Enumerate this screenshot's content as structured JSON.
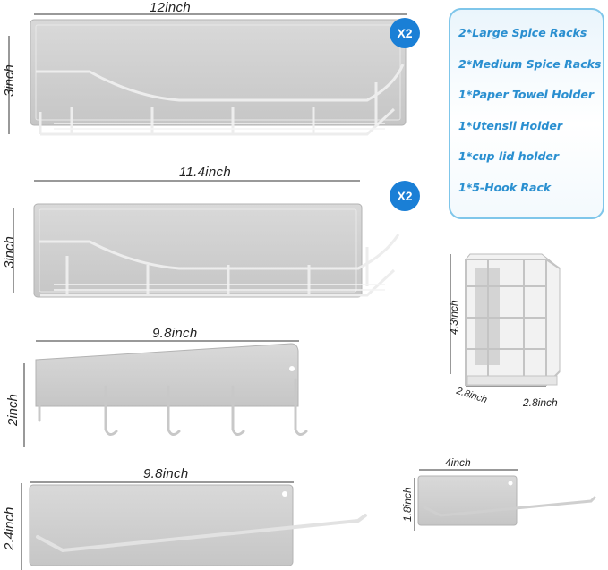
{
  "contents_list": [
    "2*Large Spice Racks",
    "2*Medium Spice Racks",
    "1*Paper Towel Holder",
    "1*Utensil Holder",
    "1*cup lid holder",
    "1*5-Hook Rack"
  ],
  "badges": {
    "large_qty": "X2",
    "medium_qty": "X2"
  },
  "dimensions": {
    "large_width": "12inch",
    "large_height": "3inch",
    "medium_width": "11.4inch",
    "medium_height": "3inch",
    "hook_width": "9.8inch",
    "hook_height": "2inch",
    "towel_width": "9.8inch",
    "towel_height": "2.4inch",
    "lid_width": "4inch",
    "lid_height": "1.8inch",
    "utensil_height": "4.3inch",
    "utensil_depth": "2.8inch",
    "utensil_width": "2.8inch"
  },
  "colors": {
    "accent": "#1a7fd6",
    "list_text": "#2a8fd0",
    "list_border": "#7fc6ea",
    "product": "#cfcfcf"
  }
}
